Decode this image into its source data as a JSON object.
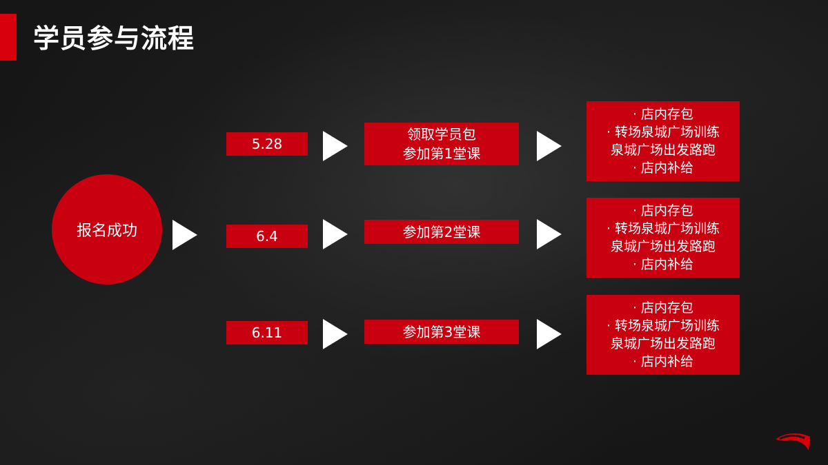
{
  "title": "学员参与流程",
  "start": {
    "label": "报名成功"
  },
  "rows": [
    {
      "date": "5.28",
      "step_lines": [
        "领取学员包",
        "参加第1堂课"
      ],
      "detail_lines": [
        "· 店内存包",
        "· 转场泉城广场训练",
        "泉城广场出发路跑",
        "· 店内补给"
      ]
    },
    {
      "date": "6.4",
      "step_lines": [
        "参加第2堂课"
      ],
      "detail_lines": [
        "· 店内存包",
        "· 转场泉城广场训练",
        "泉城广场出发路跑",
        "· 店内补给"
      ]
    },
    {
      "date": "6.11",
      "step_lines": [
        "参加第3堂课"
      ],
      "detail_lines": [
        "· 店内存包",
        "· 转场泉城广场训练",
        "泉城广场出发路跑",
        "· 店内补给"
      ]
    }
  ],
  "colors": {
    "accent": "#d9000d",
    "box": "#c8000f",
    "background": "#161616",
    "text": "#ffffff"
  },
  "icons": {
    "flow_arrow": "right-triangle-arrow",
    "brand_logo": "swoosh-logo"
  }
}
